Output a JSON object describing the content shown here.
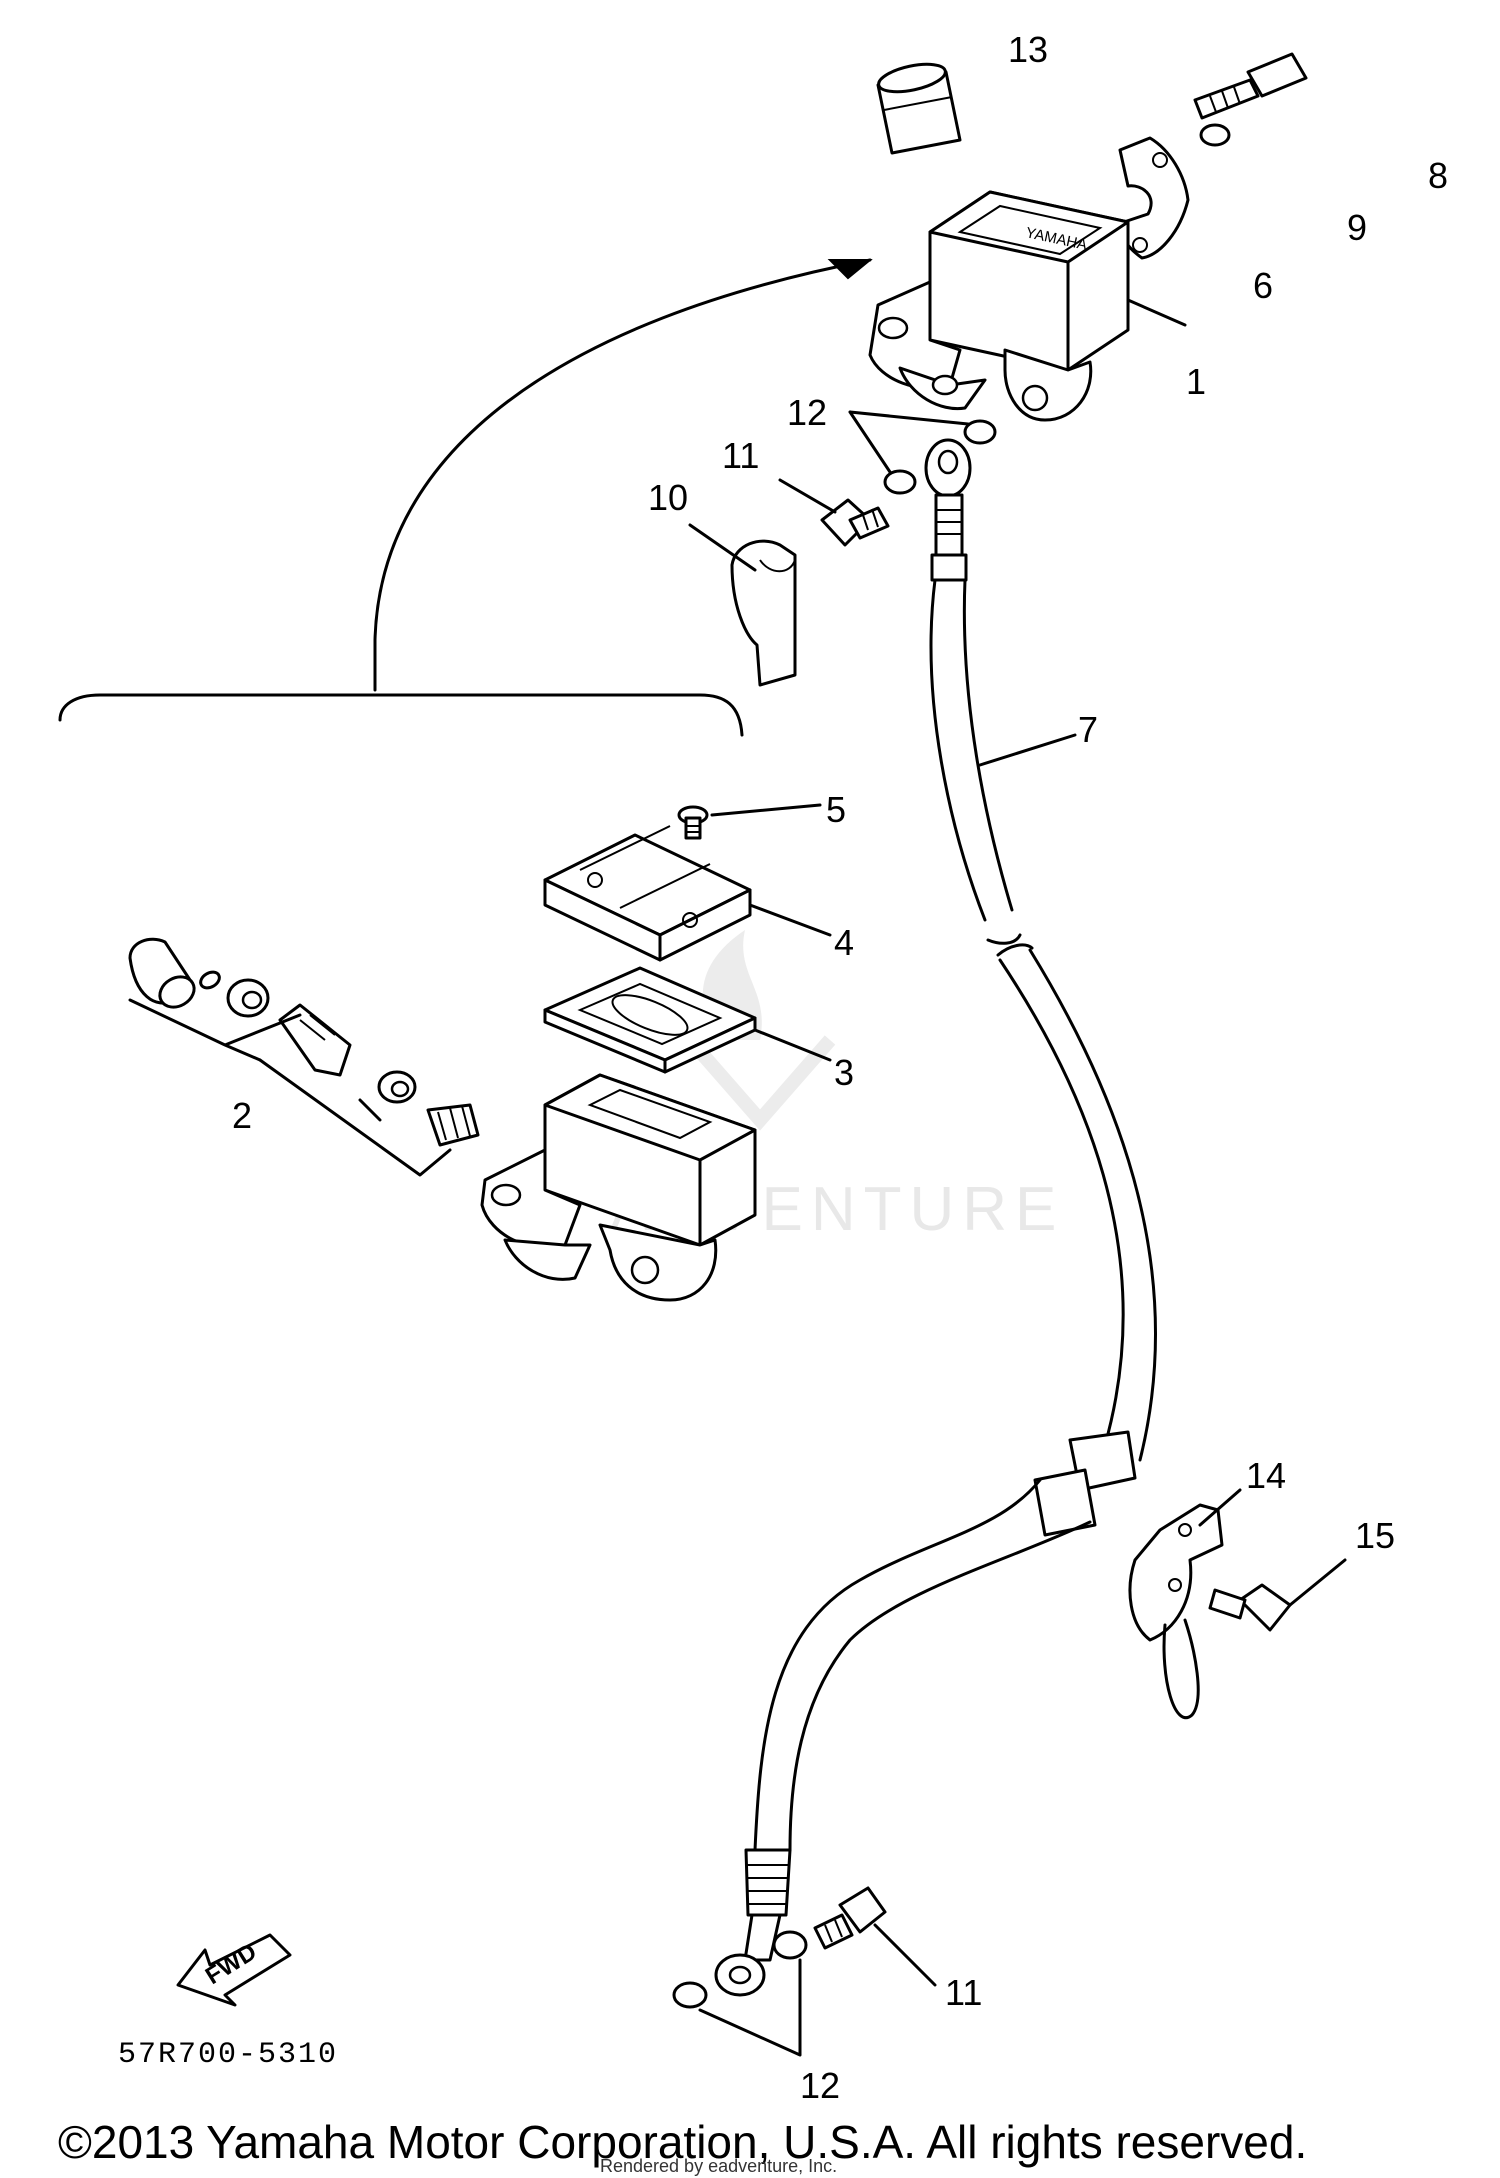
{
  "diagram_code": "57R700-5310",
  "fwd_label": "FWD",
  "watermark": "ADVENTURE",
  "copyright": "©2013 Yamaha Motor Corporation, U.S.A. All rights reserved.",
  "rendered_by": "Rendered by eadventure, Inc.",
  "callouts": {
    "c1": "1",
    "c2": "2",
    "c3": "3",
    "c4": "4",
    "c5": "5",
    "c6": "6",
    "c7": "7",
    "c8": "8",
    "c9": "9",
    "c10": "10",
    "c11a": "11",
    "c11b": "11",
    "c12a": "12",
    "c12b": "12",
    "c13": "13",
    "c14": "14",
    "c15": "15"
  }
}
